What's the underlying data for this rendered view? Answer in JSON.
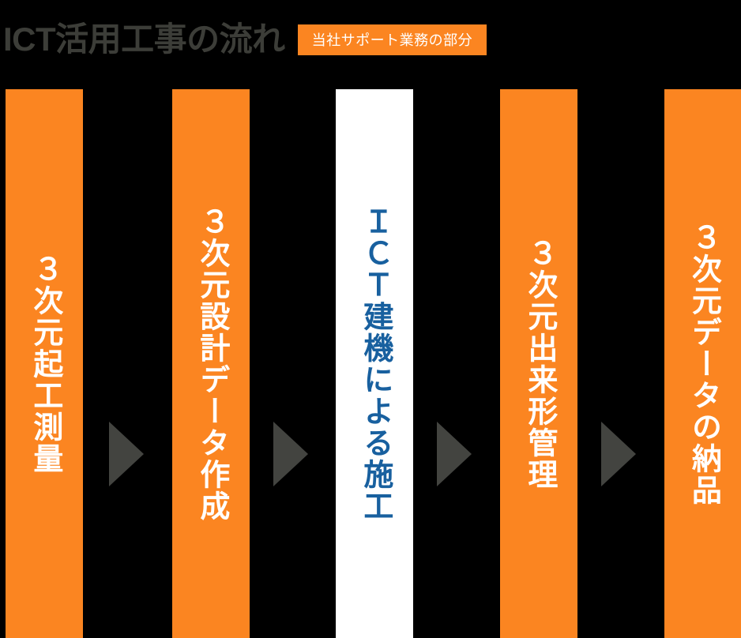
{
  "header": {
    "title": "ICT活用工事の流れ",
    "badge_label": "当社サポート業務の部分",
    "title_color": "#3c3d38",
    "badge_bg_color": "#fb8521",
    "badge_text_color": "#ffffff"
  },
  "colors": {
    "background": "#000000",
    "orange": "#fb8521",
    "white": "#ffffff",
    "blue": "#18609f",
    "arrow_gray": "#434440"
  },
  "flow": {
    "steps": [
      {
        "label": "３次元起工測量",
        "theme": "orange",
        "highlighted": false
      },
      {
        "label": "３次元設計データ作成",
        "theme": "orange",
        "highlighted": false
      },
      {
        "label": "ＩＣＴ建機による施工",
        "theme": "white",
        "highlighted": true
      },
      {
        "label": "３次元出来形管理",
        "theme": "orange",
        "highlighted": false
      },
      {
        "label": "３次元データの納品",
        "theme": "orange",
        "highlighted": false
      }
    ],
    "arrow_count": 4,
    "arrow_icon": "triangle-right-icon"
  }
}
